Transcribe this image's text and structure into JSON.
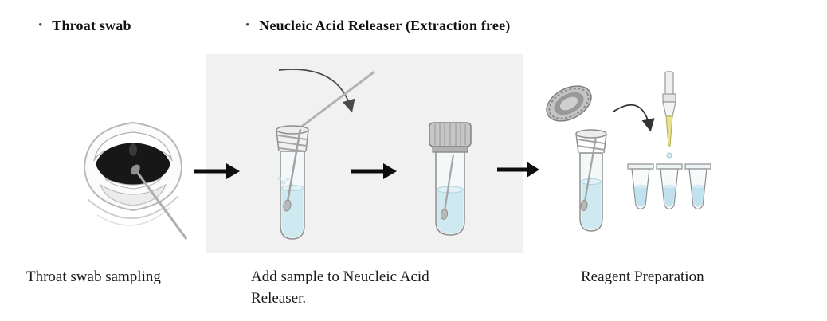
{
  "bullets": [
    {
      "dot": "•",
      "label": "Throat swab"
    },
    {
      "dot": "•",
      "label": "Neucleic Acid Releaser (Extraction free)"
    }
  ],
  "steps": [
    {
      "caption": "Throat swab sampling",
      "illustration": "open-mouth-with-swab-icon"
    },
    {
      "caption": "Add sample to Neucleic Acid Releaser.",
      "illustration": "swab-tube-and-capped-tube-icons"
    },
    {
      "caption": "Reagent Preparation",
      "illustration": "open-tube-cap-pipette-pcr-tubes-icon"
    }
  ],
  "icons": {
    "flow_arrow": "right-arrow-icon",
    "motion_arrow": "curved-arrow-icon",
    "mouth": "open-mouth-with-swab-icon",
    "swab_tube": "tube-with-swab-icon",
    "capped_tube": "capped-tube-icon",
    "screw_cap": "screw-cap-icon",
    "pipette": "pipette-icon",
    "pcr_strip": "pcr-tube-strip-icon"
  },
  "colors": {
    "panel_bg": "#f1f1f1",
    "liquid_blue": "#cfe9f1",
    "pcr_liquid_blue": "#bfe2ee",
    "pipette_yellow": "#e7e28e",
    "arrow_black": "#0d0d0d"
  }
}
